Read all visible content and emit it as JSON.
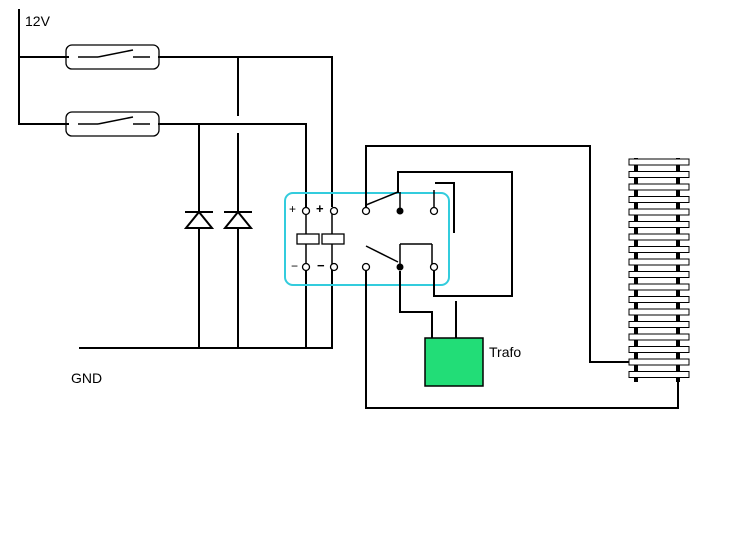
{
  "labels": {
    "supply": "12V",
    "ground": "GND",
    "transformer": "Trafo",
    "coil1_plus": "+",
    "coil2_plus": "+",
    "coil1_minus": "−",
    "coil2_minus": "−"
  },
  "colors": {
    "wire": "#000000",
    "relay_outline": "#33ccdd",
    "transformer_fill": "#22dd77",
    "background": "#ffffff"
  },
  "components": {
    "pushbuttons": 2,
    "diodes": 2,
    "relay": "dual-coil latching relay",
    "transformer": "Trafo",
    "track": "rail track section"
  }
}
